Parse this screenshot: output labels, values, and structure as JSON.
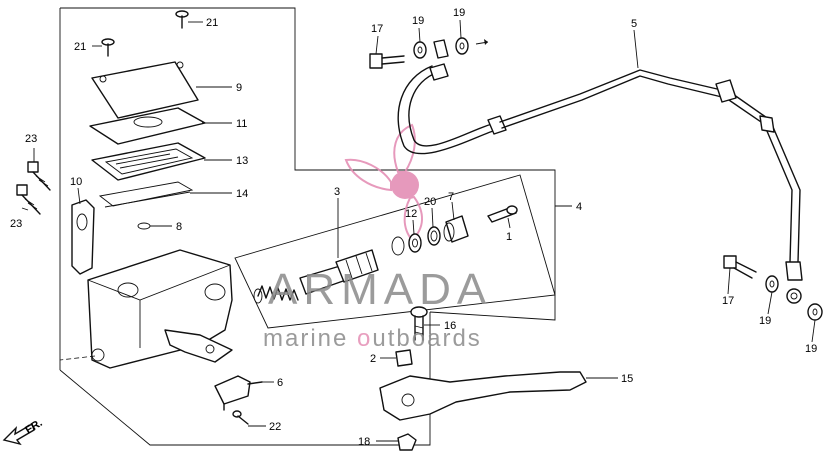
{
  "diagram": {
    "part_numbers": [
      "21",
      "21",
      "9",
      "11",
      "13",
      "14",
      "23",
      "23",
      "10",
      "8",
      "17",
      "19",
      "19",
      "5",
      "3",
      "4",
      "12",
      "20",
      "7",
      "1",
      "17",
      "19",
      "19",
      "16",
      "2",
      "6",
      "22",
      "15",
      "18"
    ],
    "front_label": "FR."
  },
  "watermark": {
    "brand": "ARMADA",
    "tagline_prefix": "marine ",
    "tagline_suffix": "utboards"
  },
  "colors": {
    "logo_pink": "#e48fb5",
    "line": "#111111",
    "watermark_gray": "#8a8a8a"
  }
}
